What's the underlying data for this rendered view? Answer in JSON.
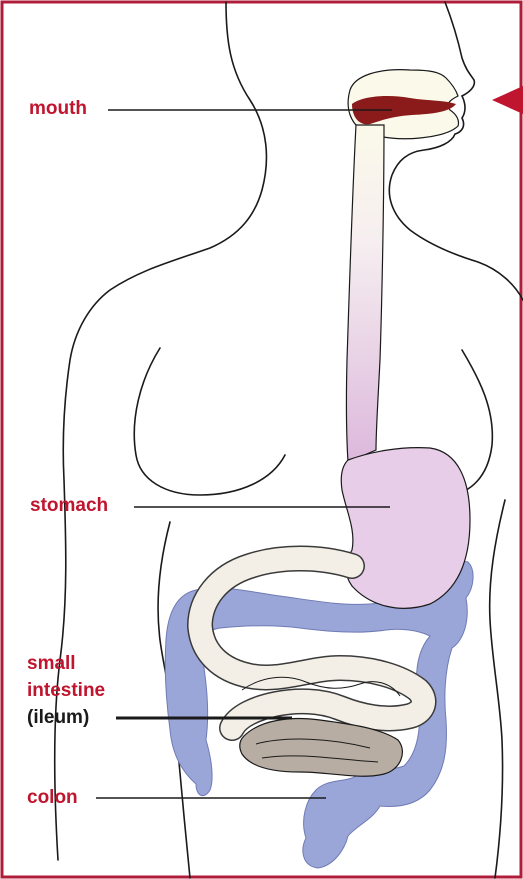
{
  "labels": {
    "mouth": "mouth",
    "stomach": "stomach",
    "small_intestine_line1": "small",
    "small_intestine_line2": "intestine",
    "ileum": "(ileum)",
    "colon": "colon"
  },
  "colors": {
    "label_red": "#c0152f",
    "label_dark": "#1a1a1a",
    "border": "#b01d3a",
    "mouth": "#8b1a1a",
    "stomach": "#e8cde8",
    "colon": "#9aa6d8",
    "small_intestine": "#f3efe6",
    "ileum": "#b8ada2"
  }
}
